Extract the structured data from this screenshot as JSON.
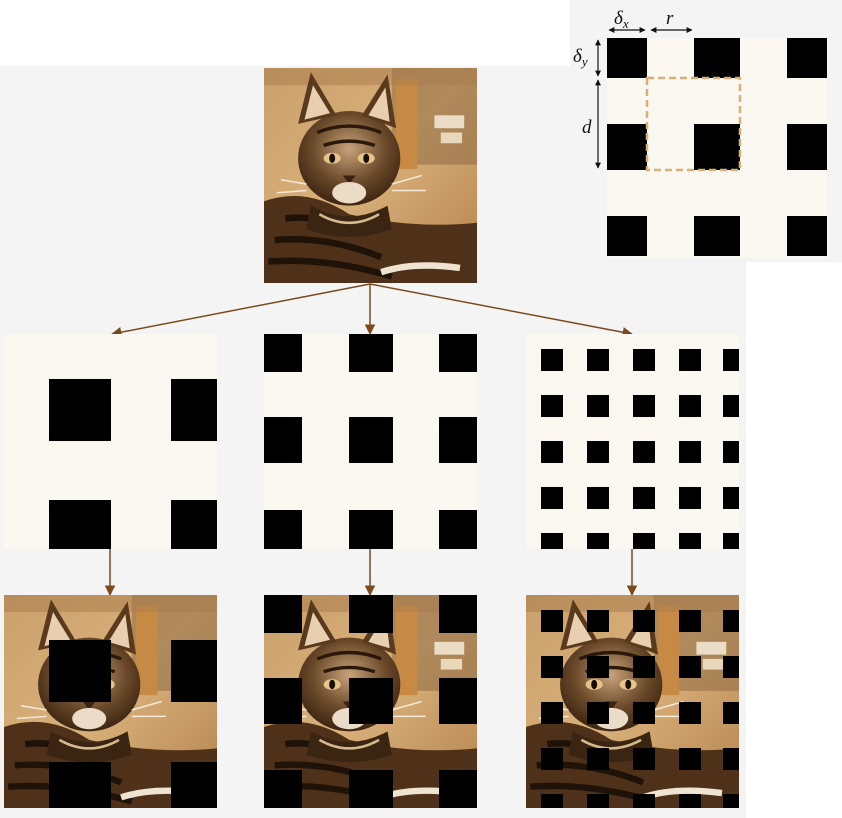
{
  "colors": {
    "background": "#ffffff",
    "panel": "#f4f4f4",
    "mask_field": "#fbf8f1",
    "mask_block": "#000000",
    "arrow": "#7a4a1c",
    "sepia_dark": "#4a2e14",
    "sepia_mid": "#a97c4b",
    "sepia_light": "#e7c79a",
    "dashed_box": "#d8b07a"
  },
  "icons": {
    "source_image": "cat-photo-sepia",
    "masked_image": "cat-photo-with-black-square-grid"
  },
  "legend": {
    "delta_x": "δ",
    "delta_x_sub": "x",
    "r": "r",
    "delta_y": "δ",
    "delta_y_sub": "y",
    "d": "d"
  },
  "masks": [
    {
      "name": "coarse-grid",
      "rows": 2,
      "cols": 2
    },
    {
      "name": "medium-grid",
      "rows": 3,
      "cols": 3
    },
    {
      "name": "fine-grid",
      "rows": 5,
      "cols": 5
    }
  ]
}
